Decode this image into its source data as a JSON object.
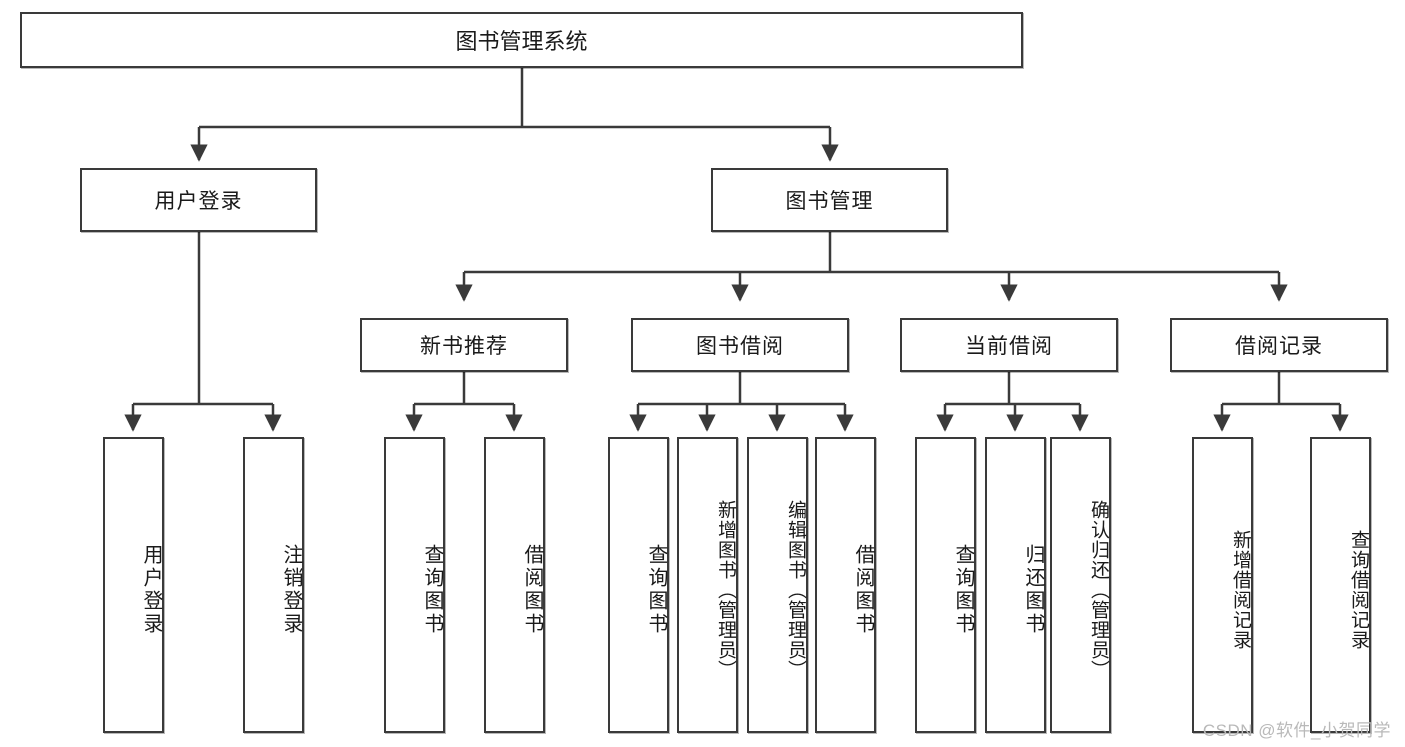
{
  "diagram": {
    "type": "tree-hierarchy",
    "title": "图书管理系统",
    "root": {
      "label": "图书管理系统"
    },
    "level2": [
      {
        "label": "用户登录"
      },
      {
        "label": "图书管理"
      }
    ],
    "level3": [
      {
        "label": "新书推荐"
      },
      {
        "label": "图书借阅"
      },
      {
        "label": "当前借阅"
      },
      {
        "label": "借阅记录"
      }
    ],
    "leaves": {
      "user_login": [
        "用户登录",
        "注销登录"
      ],
      "new_book_recommend": [
        "查询图书",
        "借阅图书"
      ],
      "book_borrow": [
        "查询图书",
        "新增图书（管理员）",
        "编辑图书（管理员）",
        "借阅图书"
      ],
      "current_borrow": [
        "查询图书",
        "归还图书",
        "确认归还（管理员）"
      ],
      "borrow_record": [
        "新增借阅记录",
        "查询借阅记录"
      ]
    }
  },
  "watermark": {
    "text": "CSDN @软件_小贺同学"
  },
  "colors": {
    "border": "#3a3a3a",
    "background": "#ffffff",
    "text": "#1a1a1a",
    "watermark": "#b9b9b9"
  }
}
